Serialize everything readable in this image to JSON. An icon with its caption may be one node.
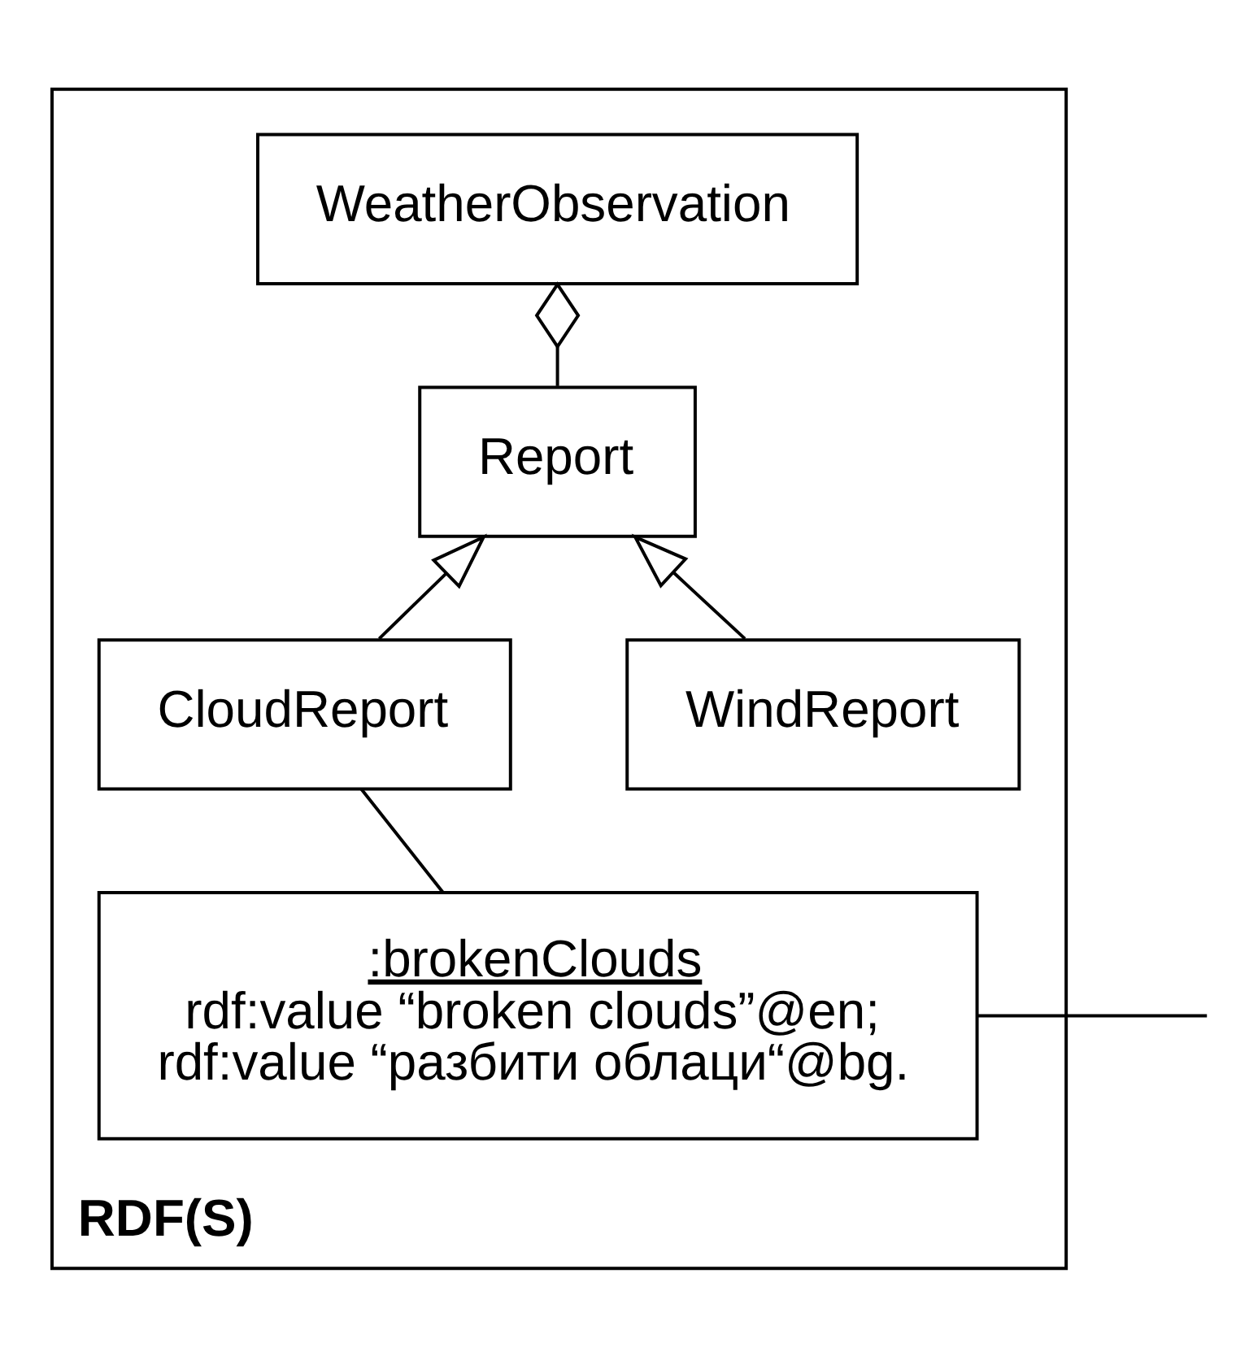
{
  "diagram": {
    "nodes": [
      {
        "text": [
          "RDF(S)"
        ]
      },
      {
        "text": [
          "WeatherObservation"
        ],
        "in": 0
      },
      {
        "text": [
          "Report"
        ],
        "in": 0
      },
      {
        "text": [
          "CloudReport"
        ],
        "in": 0
      },
      {
        "text": [
          "WindReport"
        ],
        "in": 0
      },
      {
        "text": [
          ":brokenClouds",
          "rdf:value “broken clouds”@en;",
          "rdf:value “разбити облаци“@bg."
        ],
        "in": 0
      }
    ],
    "edges": [
      {
        "from": 2,
        "to": 1,
        "arrow": "other"
      },
      {
        "from": 3,
        "to": 2,
        "arrow": "to"
      },
      {
        "from": 4,
        "to": 2,
        "arrow": "to"
      },
      {
        "from": 5,
        "to": 3,
        "arrow": "none"
      },
      {
        "from": null,
        "to": 5,
        "arrow": "none"
      }
    ]
  }
}
